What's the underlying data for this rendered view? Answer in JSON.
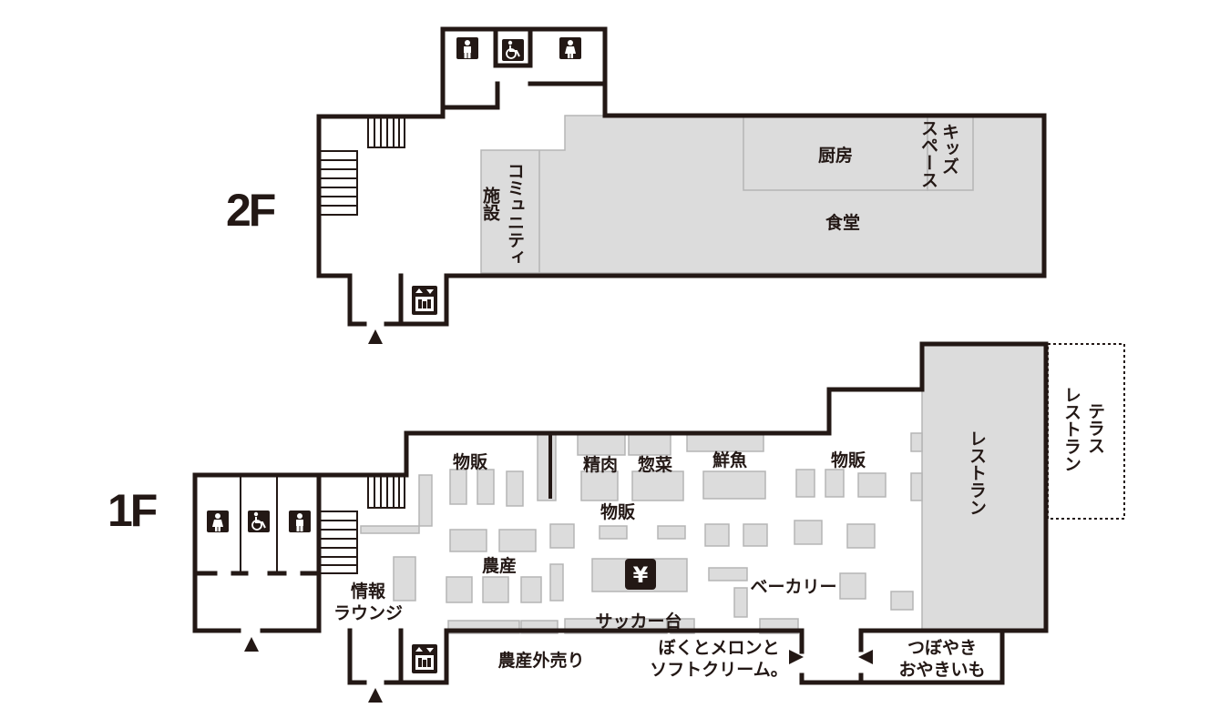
{
  "floors": {
    "upper": {
      "label": "2F",
      "areas": {
        "community_line1": "コミュニティ",
        "community_line2": "施設",
        "kitchen": "厨房",
        "kids_line1": "キッズ",
        "kids_line2": "スペース",
        "dining": "食堂"
      }
    },
    "ground": {
      "label": "1F",
      "areas": {
        "goods_left": "物販",
        "meat": "精肉",
        "deli": "惣菜",
        "fish": "鮮魚",
        "goods_right": "物販",
        "goods_center": "物販",
        "farm": "農産",
        "bakery": "ベーカリー",
        "cashier_sign": "¥",
        "packing_table": "サッカー台",
        "info_line1": "情報",
        "info_line2": "ラウンジ",
        "farm_outside": "農産外売り",
        "melon_line1": "ぼくとメロンと",
        "melon_line2": "ソフトクリーム。",
        "imo_line1": "つぼやき",
        "imo_line2": "おやきいも",
        "restaurant": "レストラン",
        "terrace_line1": "テラス",
        "terrace_line2": "レストラン"
      }
    }
  },
  "icons": {
    "restroom_male": "male-restroom-icon",
    "restroom_accessible": "accessible-restroom-icon",
    "restroom_female": "female-restroom-icon",
    "elevator": "elevator-icon",
    "entrance": "entrance-arrow-icon"
  },
  "colors": {
    "wall": "#231815",
    "area_fill": "#dcdcdc",
    "area_stroke": "#b5b5b5"
  }
}
